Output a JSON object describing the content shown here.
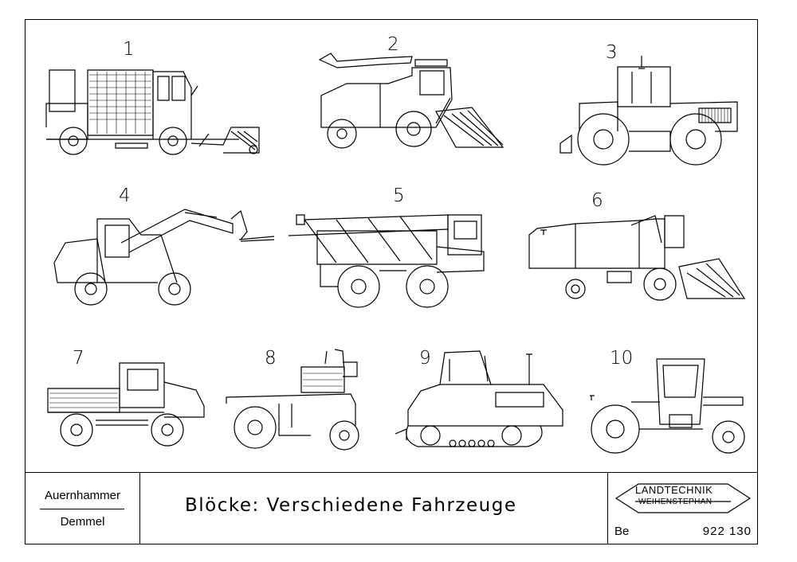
{
  "figure_labels": [
    "1",
    "2",
    "3",
    "4",
    "5",
    "6",
    "7",
    "8",
    "9",
    "10"
  ],
  "title_block": {
    "author_1": "Auernhammer",
    "author_2": "Demmel",
    "title": "Blöcke:  Verschiedene Fahrzeuge",
    "logo_line_1": "LANDTECHNIK",
    "logo_line_2": "WEIHENSTEPHAN",
    "drafter": "Be",
    "drawing_number": "922 130"
  }
}
